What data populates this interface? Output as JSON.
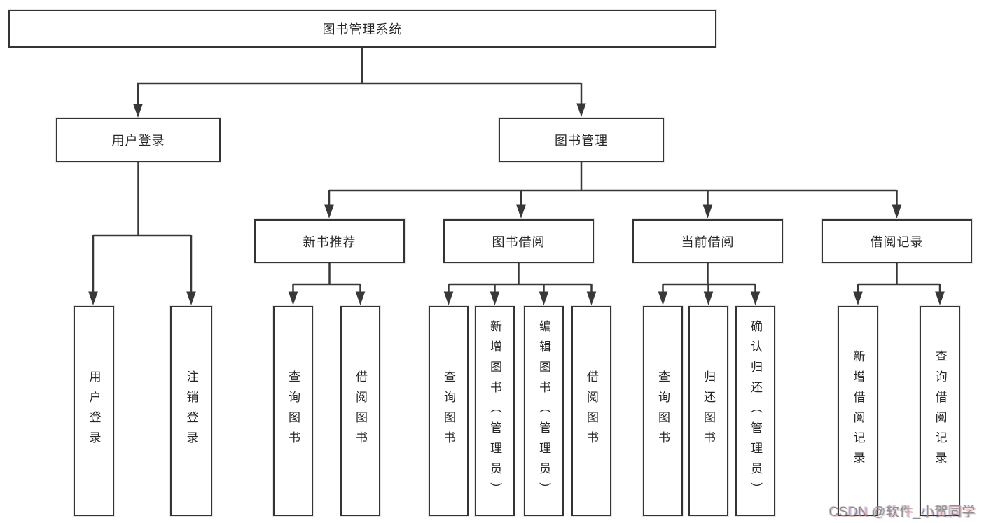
{
  "tree": {
    "root": {
      "label": "图书管理系统",
      "children": [
        {
          "label": "用户登录",
          "children": [
            {
              "label": "用户登录"
            },
            {
              "label": "注销登录"
            }
          ]
        },
        {
          "label": "图书管理",
          "children": [
            {
              "label": "新书推荐",
              "children": [
                {
                  "label": "查询图书"
                },
                {
                  "label": "借阅图书"
                }
              ]
            },
            {
              "label": "图书借阅",
              "children": [
                {
                  "label": "查询图书"
                },
                {
                  "label": "新增图书（管理员）"
                },
                {
                  "label": "编辑图书（管理员）"
                },
                {
                  "label": "借阅图书"
                }
              ]
            },
            {
              "label": "当前借阅",
              "children": [
                {
                  "label": "查询图书"
                },
                {
                  "label": "归还图书"
                },
                {
                  "label": "确认归还（管理员）"
                }
              ]
            },
            {
              "label": "借阅记录",
              "children": [
                {
                  "label": "新增借阅记录"
                },
                {
                  "label": "查询借阅记录"
                }
              ]
            }
          ]
        }
      ]
    }
  },
  "watermark": "CSDN @软件_小贺同学",
  "colors": {
    "line": "#383838",
    "box_border": "#343434",
    "text": "#262626",
    "watermark": "#8f8f8f",
    "background": "#ffffff"
  }
}
